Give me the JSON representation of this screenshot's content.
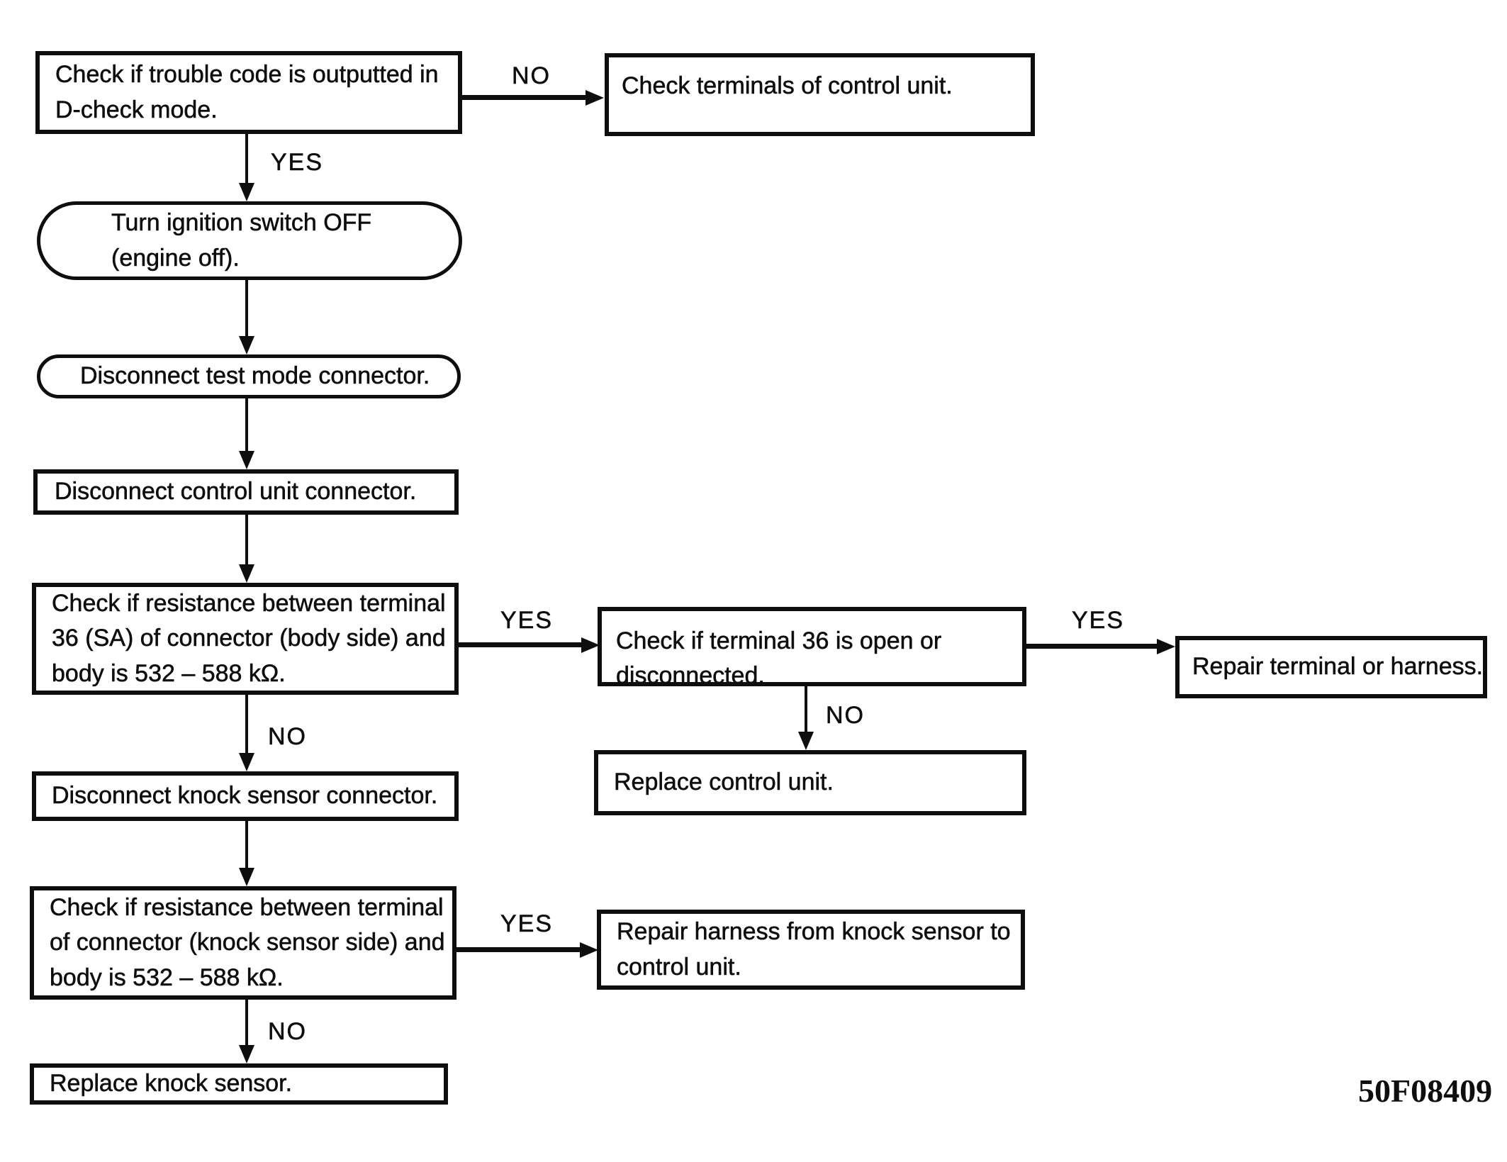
{
  "diagram": {
    "type": "flowchart",
    "paper_color": "#ffffff",
    "ink_color": "#0e0e0e",
    "figure_code": "50F08409",
    "nodes": {
      "check_trouble_code": {
        "shape": "rectangle",
        "text": "Check if trouble code is outputted in D-check mode."
      },
      "check_terminals_control_unit": {
        "shape": "rectangle",
        "text": "Check terminals of control unit."
      },
      "turn_ignition_off": {
        "shape": "rounded",
        "text": "Turn ignition switch OFF (engine off)."
      },
      "disconnect_test_mode_connector": {
        "shape": "rounded",
        "text": "Disconnect test mode connector."
      },
      "disconnect_control_unit_connector": {
        "shape": "rectangle",
        "text": "Disconnect control unit connector."
      },
      "check_resistance_body_side": {
        "shape": "rectangle",
        "text": "Check if resistance between terminal 36 (SA) of connector (body side) and body is 532 – 588 kΩ."
      },
      "check_terminal_36_open": {
        "shape": "rectangle",
        "text": "Check if terminal 36 is open or disconnected."
      },
      "repair_terminal_or_harness": {
        "shape": "rectangle",
        "text": "Repair terminal or harness."
      },
      "replace_control_unit": {
        "shape": "rectangle",
        "text": "Replace control unit."
      },
      "disconnect_knock_sensor_connector": {
        "shape": "rectangle",
        "text": "Disconnect knock sensor connector."
      },
      "check_resistance_knock_sensor_side": {
        "shape": "rectangle",
        "text": "Check if resistance between terminal of connector (knock sensor side) and body is 532 – 588 kΩ."
      },
      "repair_harness_knock_sensor_to_control_unit": {
        "shape": "rectangle",
        "text": "Repair harness from knock sensor to control unit."
      },
      "replace_knock_sensor": {
        "shape": "rectangle",
        "text": "Replace knock sensor."
      }
    },
    "edges": [
      {
        "from": "check_trouble_code",
        "to": "check_terminals_control_unit",
        "label": "NO"
      },
      {
        "from": "check_trouble_code",
        "to": "turn_ignition_off",
        "label": "YES"
      },
      {
        "from": "turn_ignition_off",
        "to": "disconnect_test_mode_connector",
        "label": ""
      },
      {
        "from": "disconnect_test_mode_connector",
        "to": "disconnect_control_unit_connector",
        "label": ""
      },
      {
        "from": "disconnect_control_unit_connector",
        "to": "check_resistance_body_side",
        "label": ""
      },
      {
        "from": "check_resistance_body_side",
        "to": "check_terminal_36_open",
        "label": "YES"
      },
      {
        "from": "check_terminal_36_open",
        "to": "repair_terminal_or_harness",
        "label": "YES"
      },
      {
        "from": "check_terminal_36_open",
        "to": "replace_control_unit",
        "label": "NO"
      },
      {
        "from": "check_resistance_body_side",
        "to": "disconnect_knock_sensor_connector",
        "label": "NO"
      },
      {
        "from": "disconnect_knock_sensor_connector",
        "to": "check_resistance_knock_sensor_side",
        "label": ""
      },
      {
        "from": "check_resistance_knock_sensor_side",
        "to": "repair_harness_knock_sensor_to_control_unit",
        "label": "YES"
      },
      {
        "from": "check_resistance_knock_sensor_side",
        "to": "replace_knock_sensor",
        "label": "NO"
      }
    ]
  }
}
